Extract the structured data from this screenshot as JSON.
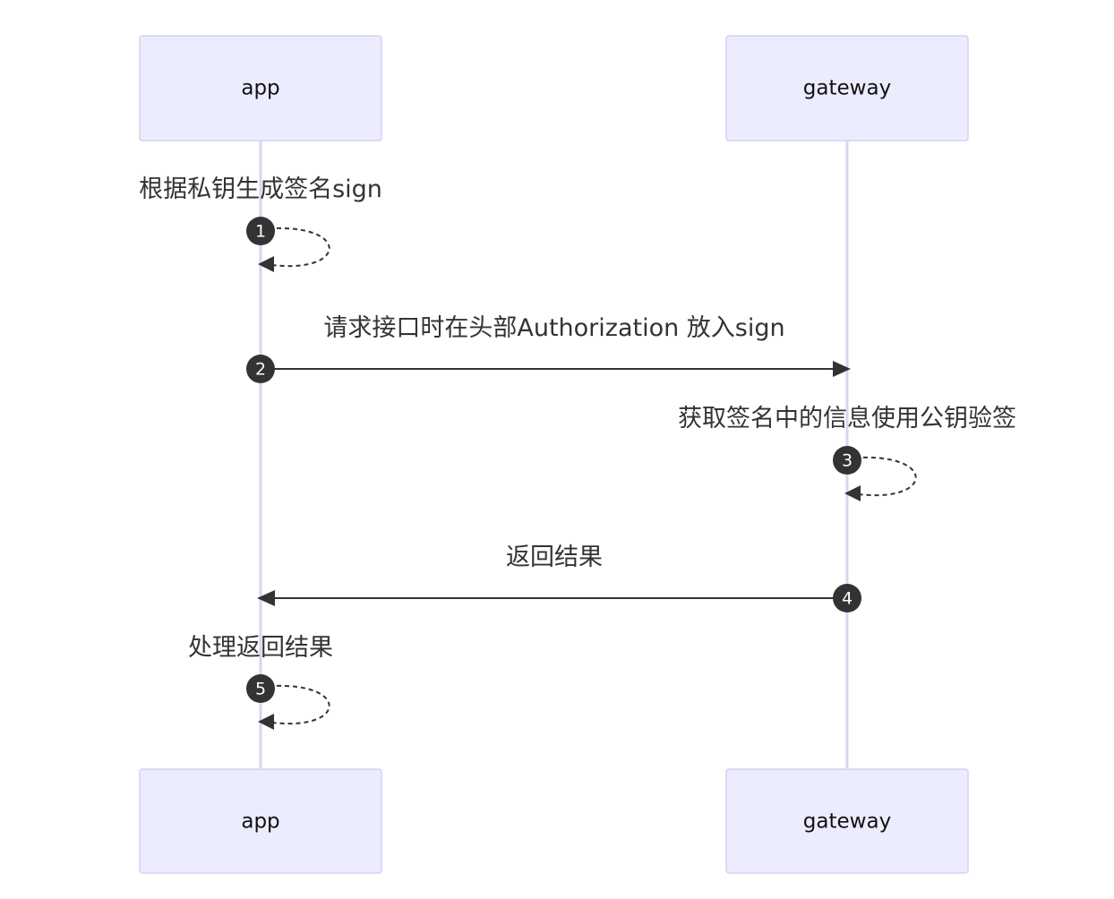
{
  "participants": {
    "app": "app",
    "gateway": "gateway"
  },
  "messages": [
    {
      "seq": "1",
      "text": "根据私钥生成签名sign"
    },
    {
      "seq": "2",
      "text": "请求接口时在头部Authorization 放入sign"
    },
    {
      "seq": "3",
      "text": "获取签名中的信息使用公钥验签"
    },
    {
      "seq": "4",
      "text": "返回结果"
    },
    {
      "seq": "5",
      "text": "处理返回结果"
    }
  ]
}
